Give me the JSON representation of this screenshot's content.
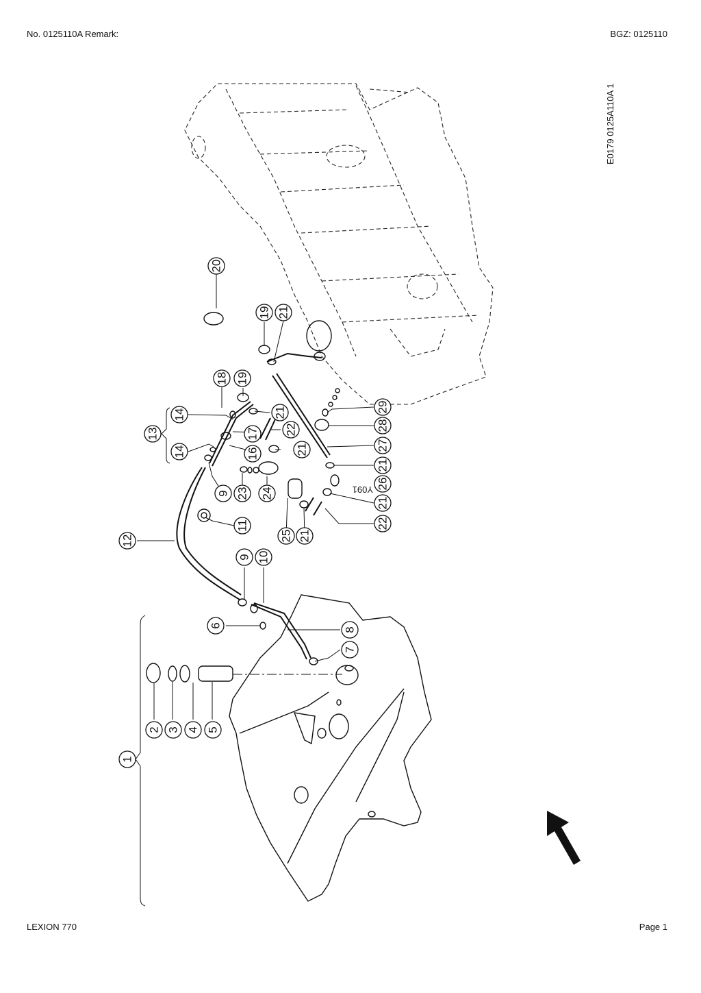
{
  "header": {
    "left": "No. 0125110A   Remark:",
    "right": "BGZ: 0125110"
  },
  "footer": {
    "left": "LEXION 770",
    "right": "Page 1"
  },
  "drawing": {
    "id_label": "E0179 0125A110A 1",
    "stamp": "Y091",
    "callouts": [
      "1",
      "2",
      "3",
      "4",
      "5",
      "6",
      "7",
      "8",
      "9",
      "9",
      "10",
      "11",
      "12",
      "13",
      "14",
      "14",
      "16",
      "17",
      "18",
      "19",
      "19",
      "20",
      "21",
      "21",
      "21",
      "21",
      "21",
      "21",
      "22",
      "22",
      "23",
      "24",
      "25",
      "26",
      "27",
      "28",
      "29"
    ]
  }
}
